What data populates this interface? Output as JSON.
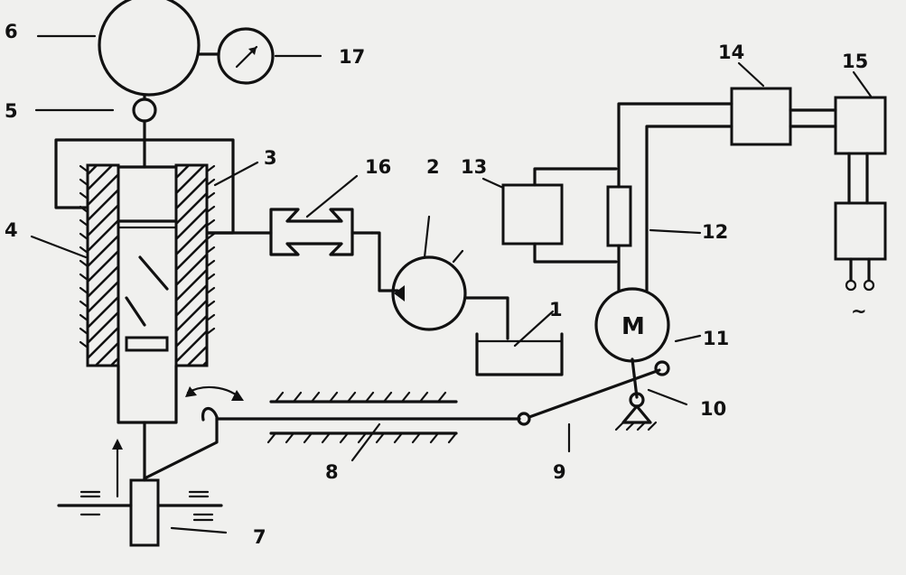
{
  "labels": {
    "l1": "1",
    "l2": "2",
    "l3": "3",
    "l4": "4",
    "l5": "5",
    "l6": "6",
    "l7": "7",
    "l8": "8",
    "l9": "9",
    "l10": "10",
    "l11": "11",
    "l12": "12",
    "l13": "13",
    "l14": "14",
    "l15": "15",
    "l16": "16",
    "l17": "17",
    "motor": "M",
    "ac": "~"
  }
}
